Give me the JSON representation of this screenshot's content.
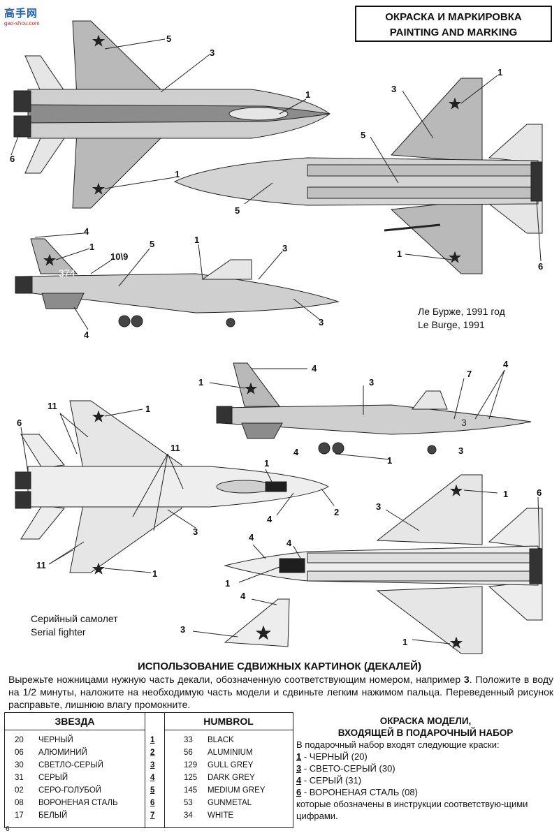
{
  "logo": {
    "line1": "高手网",
    "line2": "gao-shou.com"
  },
  "title": {
    "ru": "ОКРАСКА И МАРКИРОВКА",
    "en": "PAINTING AND MARKING"
  },
  "captions": {
    "le_bourget_ru": "Ле Бурже, 1991 год",
    "le_bourget_en": "Le Burge, 1991",
    "serial_ru": "Серийный самолет",
    "serial_en": "Serial fighter"
  },
  "callouts": {
    "c1": "1",
    "c2": "2",
    "c3": "3",
    "c4": "4",
    "c5": "5",
    "c6": "6",
    "c7": "7",
    "c11": "11",
    "c10_9": "10\\9",
    "tail_num": "374",
    "nose_num": "3"
  },
  "instructions": {
    "heading": "ИСПОЛЬЗОВАНИЕ СДВИЖНЫХ КАРТИНОК (ДЕКАЛЕЙ)",
    "line1a": "Вырежьте ножницами нужную часть декали, обозначенную соответствующим номером, например",
    "line1b": "3",
    "line2": "Положите в воду на 1/2 минуты, наложите на необходимую часть модели и сдвиньте легким нажимом пальца. Переведенный рисунок расправьте, лишнюю влагу промокните."
  },
  "table": {
    "header_left": "ЗВЕЗДА",
    "header_right": "HUMBROL",
    "rows": [
      {
        "zv_code": "20",
        "zv_name": "ЧЕРНЫЙ",
        "num": "1",
        "hb_code": "33",
        "hb_name": "BLACK"
      },
      {
        "zv_code": "06",
        "zv_name": "АЛЮМИНИЙ",
        "num": "2",
        "hb_code": "56",
        "hb_name": "ALUMINIUM"
      },
      {
        "zv_code": "30",
        "zv_name": "СВЕТЛО-СЕРЫЙ",
        "num": "3",
        "hb_code": "129",
        "hb_name": "GULL GREY"
      },
      {
        "zv_code": "31",
        "zv_name": "СЕРЫЙ",
        "num": "4",
        "hb_code": "125",
        "hb_name": "DARK GREY"
      },
      {
        "zv_code": "02",
        "zv_name": "СЕРО-ГОЛУБОЙ",
        "num": "5",
        "hb_code": "145",
        "hb_name": "MEDIUM GREY"
      },
      {
        "zv_code": "08",
        "zv_name": "ВОРОНЕНАЯ СТАЛЬ",
        "num": "6",
        "hb_code": "53",
        "hb_name": "GUNMETAL"
      },
      {
        "zv_code": "17",
        "zv_name": "БЕЛЫЙ",
        "num": "7",
        "hb_code": "34",
        "hb_name": "WHITE"
      }
    ]
  },
  "gift": {
    "heading1": "ОКРАСКА МОДЕЛИ,",
    "heading2": "ВХОДЯЩЕЙ В ПОДАРОЧНЫЙ НАБОР",
    "intro": "В подарочный набор входят следующие краски:",
    "items": [
      {
        "num": "1",
        "text": " - ЧЕРНЫЙ (20)"
      },
      {
        "num": "3",
        "text": " - СВЕТО-СЕРЫЙ (30)"
      },
      {
        "num": "4",
        "text": " - СЕРЫЙ (31)"
      },
      {
        "num": "6",
        "text": " - ВОРОНЕНАЯ СТАЛЬ (08)"
      }
    ],
    "outro": "которые обозначены в инструкции соответствую-щими цифрами."
  },
  "page_number": "6",
  "colors": {
    "light": "#e6e6e6",
    "mid": "#b9b9b9",
    "dark": "#8c8c8c",
    "black": "#1e1e1e",
    "star": "#222222"
  }
}
